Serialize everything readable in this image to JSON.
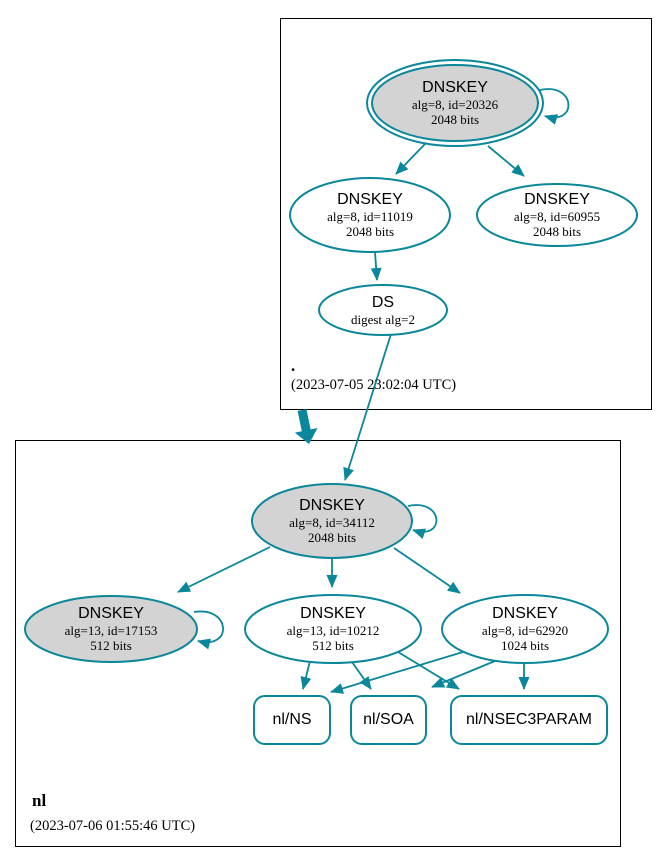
{
  "diagram": {
    "edge_color": "#0a879a",
    "ksk_fill": "#d3d3d3",
    "zsk_fill": "#ffffff",
    "box_border_color": "#000000"
  },
  "root_zone": {
    "name": ".",
    "timestamp": "(2023-07-05 23:02:04 UTC)",
    "ksk": {
      "title": "DNSKEY",
      "detail": "alg=8, id=20326",
      "bits": "2048 bits"
    },
    "zsk1": {
      "title": "DNSKEY",
      "detail": "alg=8, id=11019",
      "bits": "2048 bits"
    },
    "zsk2": {
      "title": "DNSKEY",
      "detail": "alg=8, id=60955",
      "bits": "2048 bits"
    },
    "ds": {
      "title": "DS",
      "detail": "digest alg=2"
    }
  },
  "nl_zone": {
    "name": "nl",
    "timestamp": "(2023-07-06 01:55:46 UTC)",
    "ksk": {
      "title": "DNSKEY",
      "detail": "alg=8, id=34112",
      "bits": "2048 bits"
    },
    "csk": {
      "title": "DNSKEY",
      "detail": "alg=13, id=17153",
      "bits": "512 bits"
    },
    "zsk1": {
      "title": "DNSKEY",
      "detail": "alg=13, id=10212",
      "bits": "512 bits"
    },
    "zsk2": {
      "title": "DNSKEY",
      "detail": "alg=8, id=62920",
      "bits": "1024 bits"
    },
    "rrsets": {
      "ns": "nl/NS",
      "soa": "nl/SOA",
      "nsec3param": "nl/NSEC3PARAM"
    }
  }
}
